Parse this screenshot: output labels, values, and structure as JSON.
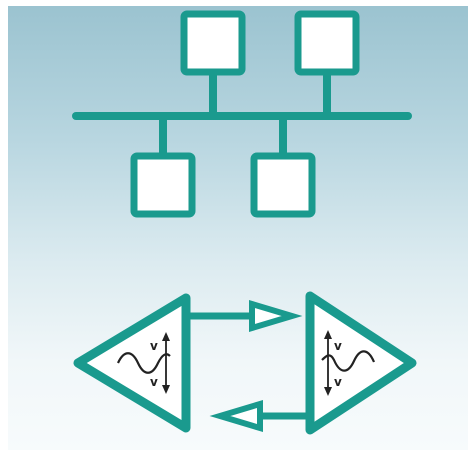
{
  "colors": {
    "accent": "#1a9a8e",
    "box_fill": "#ffffff",
    "glyph": "#222222"
  },
  "icons": {
    "network": "bus-network-icon",
    "amplifier_left": "amplifier-triangle-left-icon",
    "amplifier_right": "amplifier-triangle-right-icon"
  },
  "amplifier_left": {
    "glyph_top": "v",
    "glyph_bottom": "v"
  },
  "amplifier_right": {
    "glyph_top": "v",
    "glyph_bottom": "v"
  }
}
